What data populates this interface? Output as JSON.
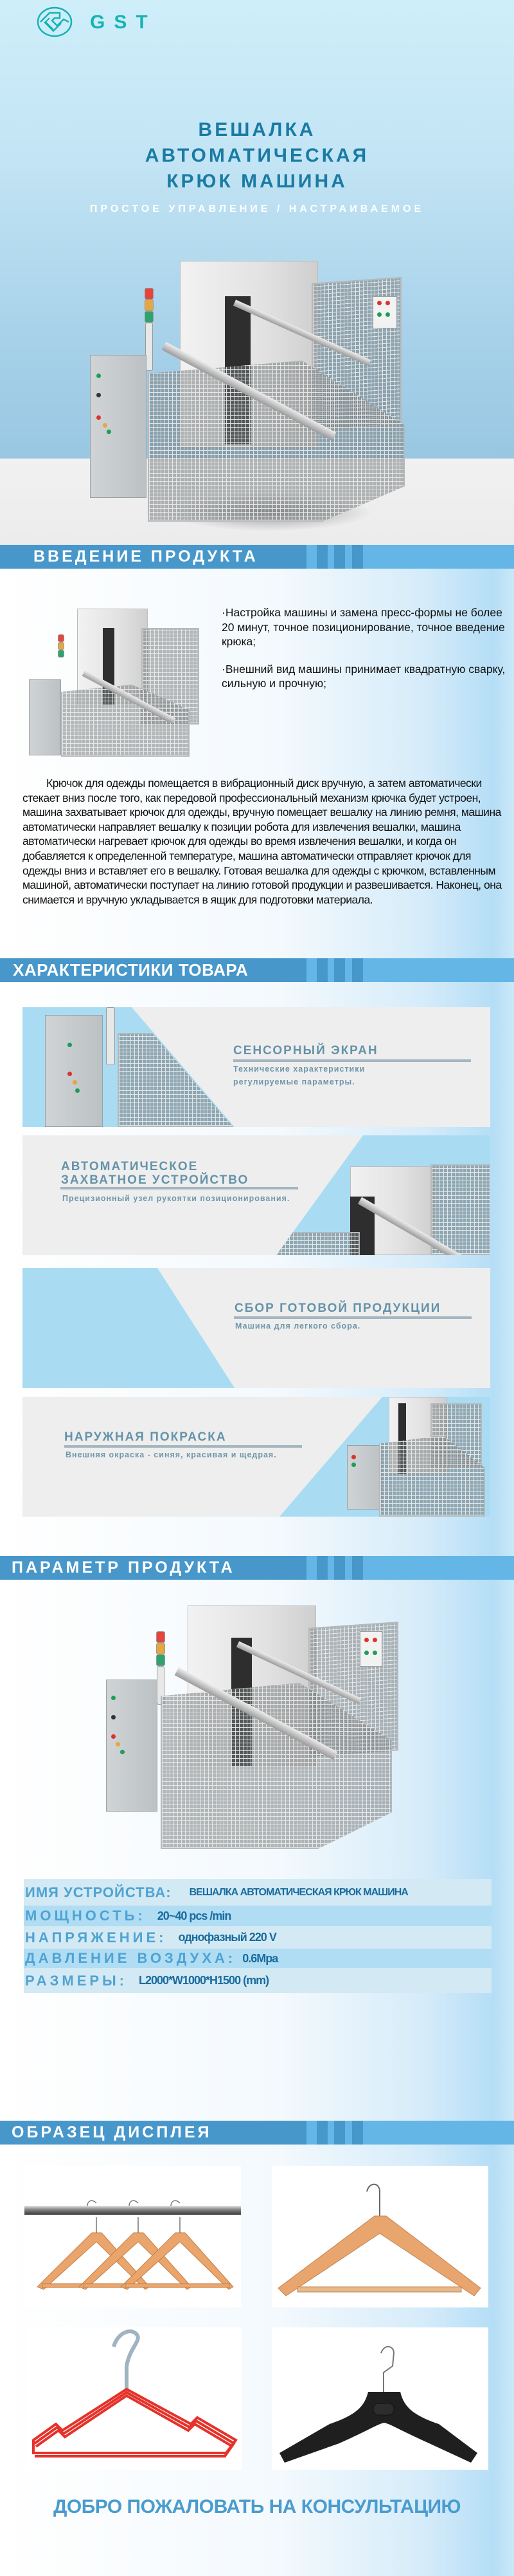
{
  "brand": {
    "logo_icon": "gst-logo-icon",
    "name": "GST",
    "color": "#16b3b3"
  },
  "hero": {
    "title_lines": [
      "ВЕШАЛКА",
      "АВТОМАТИЧЕСКАЯ",
      "КРЮК МАШИНА"
    ],
    "subtitle": "ПРОСТОЕ УПРАВЛЕНИЕ / НАСТРАИВАЕМОЕ",
    "title_color": "#1a7ba4",
    "image": "hanger-hook-machine-photo"
  },
  "sections": {
    "intro": {
      "heading": "ВВЕДЕНИЕ ПРОДУКТА",
      "image": "machine-photo",
      "bullets": [
        "·Настройка машины и замена пресс-формы не более 20 минут, точное позиционирование, точное введение крюка;",
        "·Внешний вид машины принимает квадратную сварку, сильную и прочную;"
      ],
      "paragraph": "Крючок для одежды помещается в вибрационный диск вручную, а затем автоматически стекает вниз после того, как передовой профессиональный механизм крючка будет устроен, машина захватывает крючок для одежды, вручную помещает вешалку на линию ремня, машина автоматически направляет вешалку к позиции робота для извлечения вешалки, машина автоматически нагревает крючок для одежды во время извлечения вешалки, и когда он добавляется к определенной температуре, машина автоматически отправляет крючок для одежды вниз и вставляет его в вешалку. Готовая вешалка для одежды с крючком, вставленным машиной, автоматически поступает на линию готовой продукции и развешивается. Наконец, она снимается и вручную укладывается в ящик для подготовки материала."
    },
    "features": {
      "heading": "ХАРАКТЕРИСТИКИ ТОВАРА",
      "cards": [
        {
          "title": "СЕНСОРНЫЙ ЭКРАН",
          "desc_lines": [
            "Технические характеристики",
            "регулируемые параметры."
          ],
          "image": "control-cabinet-photo"
        },
        {
          "title_lines": [
            "АВТОМАТИЧЕСКОЕ",
            "ЗАХВАТНОЕ УСТРОЙСТВО"
          ],
          "desc": "Прецизионный узел рукоятки позиционирования.",
          "image": "gripper-photo"
        },
        {
          "title": "СБОР ГОТОВОЙ ПРОДУКЦИИ",
          "desc": "Машина для легкого сбора.",
          "image": "collection-cage-photo"
        },
        {
          "title": "НАРУЖНАЯ ПОКРАСКА",
          "desc": "Внешняя окраска - синяя, красивая и щедрая.",
          "image": "machine-exterior-photo"
        }
      ]
    },
    "params": {
      "heading": "ПАРАМЕТР ПРОДУКТА",
      "image": "machine-photo",
      "rows": [
        {
          "key": "ИМЯ УСТРОЙСТВА:",
          "value": "ВЕШАЛКА АВТОМАТИЧЕСКАЯ КРЮК МАШИНА"
        },
        {
          "key": "МОЩНОСТЬ:",
          "value": "20~40 pcs /min"
        },
        {
          "key": "НАПРЯЖЕНИЕ:",
          "value": "однофазный 220 V"
        },
        {
          "key": "ДАВЛЕНИЕ ВОЗДУХА:",
          "value": "0.6Mpa"
        },
        {
          "key": "РАЗМЕРЫ:",
          "value": "L2000*W1000*H1500 (mm)"
        }
      ]
    },
    "samples": {
      "heading": "ОБРАЗЕЦ ДИСПЛЕЯ",
      "images": [
        "wooden-hangers-on-rail",
        "single-wooden-hanger",
        "red-metal-hangers",
        "black-plastic-hanger"
      ]
    }
  },
  "cta": {
    "text": "ДОБРО ПОЖАЛОВАТЬ НА КОНСУЛЬТАЦИЮ",
    "color": "#4a9ccf"
  },
  "colors": {
    "bar_dark": "#4797cb",
    "bar_light": "#63b6e6",
    "card_bg": "#eeeeee",
    "card_accent": "#a9dcf3",
    "card_text": "#6593a8"
  }
}
